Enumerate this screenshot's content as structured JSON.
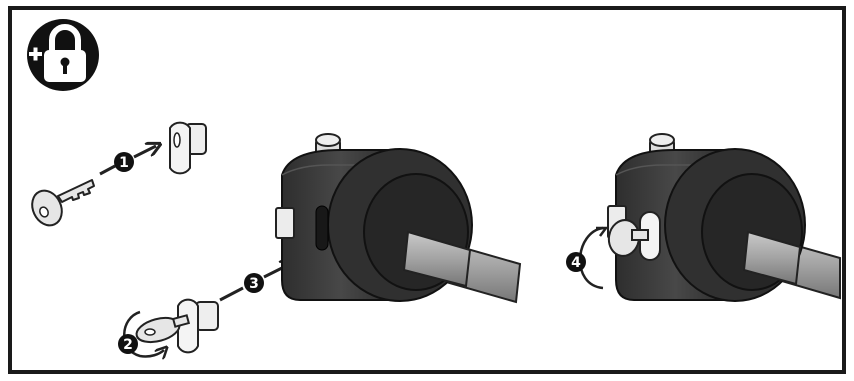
{
  "header": {
    "icon": "add-padlock-icon"
  },
  "steps": [
    {
      "number": "1",
      "icon": "arrow-icon"
    },
    {
      "number": "2",
      "icon": "rotate-arrow-icon"
    },
    {
      "number": "3",
      "icon": "arrow-icon"
    },
    {
      "number": "4",
      "icon": "rotate-arrow-icon"
    }
  ],
  "colors": {
    "frame": "#1a1a1a",
    "lock_body": "#3a3a3a",
    "lock_front": "#2b2b2b",
    "bar": "#9a9a9a",
    "key": "#e6e6e6",
    "badge": "#111111"
  }
}
